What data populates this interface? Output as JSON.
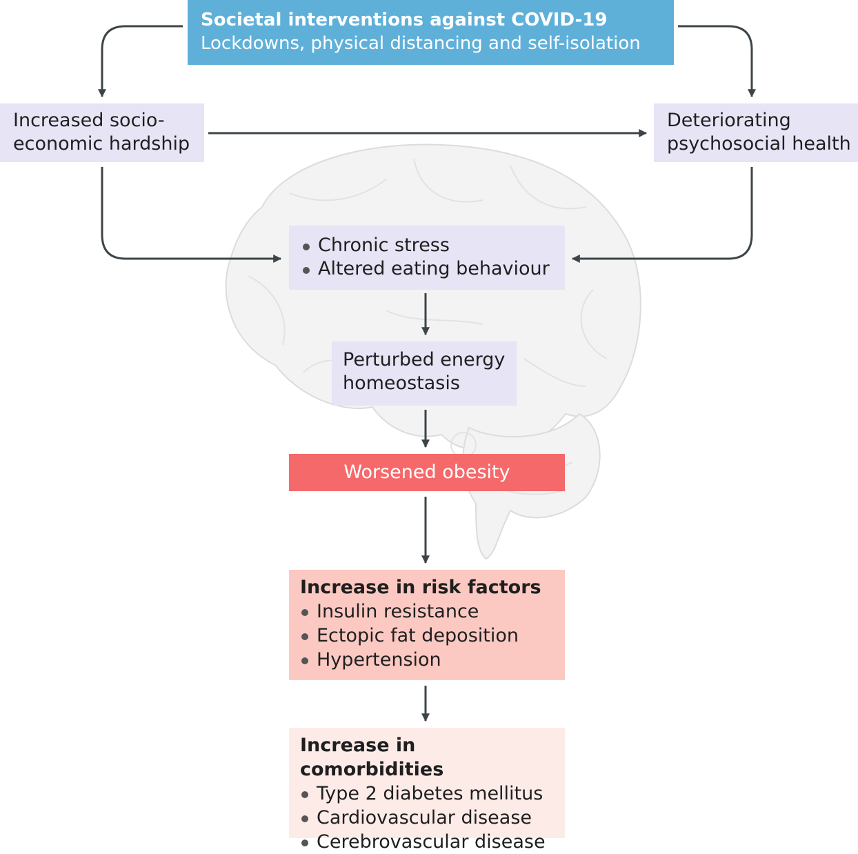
{
  "top": {
    "title": "Societal interventions against COVID-19",
    "subtitle": "Lockdowns, physical distancing and self-isolation"
  },
  "left_box": {
    "line1": "Increased socio-",
    "line2": "economic hardship"
  },
  "right_box": {
    "line1": "Deteriorating",
    "line2": "psychosocial health"
  },
  "stress_box": {
    "items": [
      "Chronic stress",
      "Altered eating behaviour"
    ]
  },
  "perturbed_box": {
    "line1": "Perturbed energy",
    "line2": "homeostasis"
  },
  "obesity_box": {
    "label": "Worsened obesity"
  },
  "risk_box": {
    "title": "Increase in risk factors",
    "items": [
      "Insulin resistance",
      "Ectopic fat deposition",
      "Hypertension"
    ]
  },
  "comorbidities_box": {
    "title": "Increase in comorbidities",
    "items": [
      "Type 2 diabetes mellitus",
      "Cardiovascular disease",
      "Cerebrovascular disease"
    ]
  },
  "colors": {
    "top_box": "#5fb0d9",
    "lavender_box": "#e6e4f5",
    "obesity_box": "#f5696b",
    "risk_box": "#fcc9c2",
    "comorbidities_box": "#fdebe8",
    "arrow": "#3d4448"
  }
}
